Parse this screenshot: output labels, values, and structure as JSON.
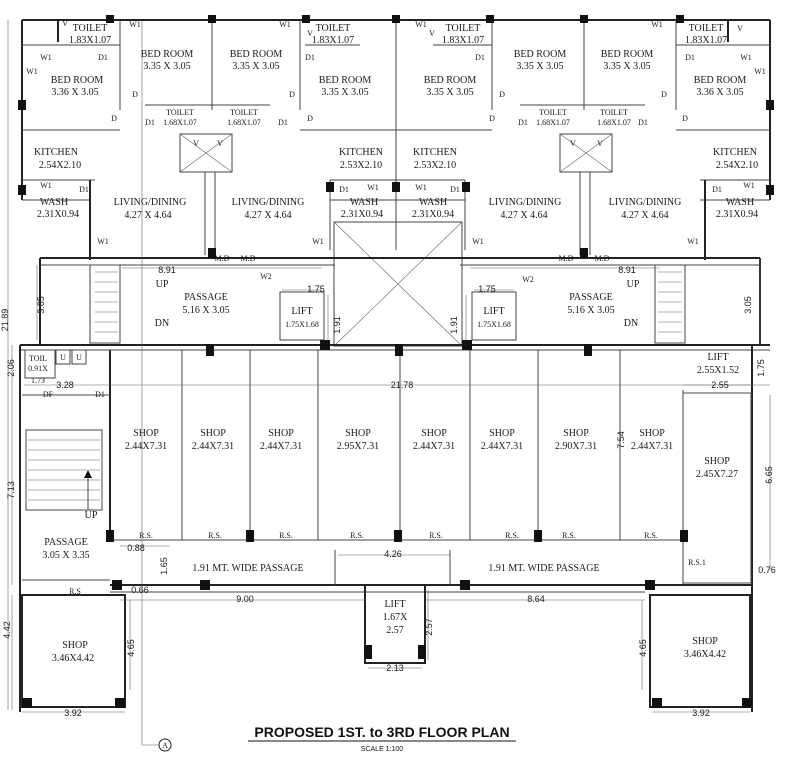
{
  "title": "PROPOSED 1ST. to 3RD FLOOR PLAN",
  "scale": "SCALE 1:100",
  "grid_marker": "A",
  "rooms": {
    "toilet_1": {
      "name": "TOILET",
      "size": "1.83X1.07"
    },
    "toilet_2": {
      "name": "TOILET",
      "size": "1.83X1.07"
    },
    "toilet_3": {
      "name": "TOILET",
      "size": "1.83X1.07"
    },
    "toilet_4": {
      "name": "TOILET",
      "size": "1.83X1.07"
    },
    "bed_1": {
      "name": "BED ROOM",
      "size": "3.36 X 3.05"
    },
    "bed_2": {
      "name": "BED ROOM",
      "size": "3.35 X 3.05"
    },
    "bed_3": {
      "name": "BED ROOM",
      "size": "3.35 X 3.05"
    },
    "bed_4": {
      "name": "BED ROOM",
      "size": "3.35 X 3.05"
    },
    "bed_5": {
      "name": "BED ROOM",
      "size": "3.35 X 3.05"
    },
    "bed_6": {
      "name": "BED ROOM",
      "size": "3.35 X 3.05"
    },
    "bed_7": {
      "name": "BED ROOM",
      "size": "3.35 X 3.05"
    },
    "bed_8": {
      "name": "BED ROOM",
      "size": "3.36 X 3.05"
    },
    "stoilet_1": {
      "name": "TOILET",
      "size": "1.68X1.07"
    },
    "stoilet_2": {
      "name": "TOILET",
      "size": "1.68X1.07"
    },
    "stoilet_3": {
      "name": "TOILET",
      "size": "1.68X1.07"
    },
    "stoilet_4": {
      "name": "TOILET",
      "size": "1.68X1.07"
    },
    "kitchen_1": {
      "name": "KITCHEN",
      "size": "2.54X2.10"
    },
    "kitchen_2": {
      "name": "KITCHEN",
      "size": "2.53X2.10"
    },
    "kitchen_3": {
      "name": "KITCHEN",
      "size": "2.53X2.10"
    },
    "kitchen_4": {
      "name": "KITCHEN",
      "size": "2.54X2.10"
    },
    "wash_1": {
      "name": "WASH",
      "size": "2.31X0.94"
    },
    "wash_2": {
      "name": "WASH",
      "size": "2.31X0.94"
    },
    "wash_3": {
      "name": "WASH",
      "size": "2.31X0.94"
    },
    "wash_4": {
      "name": "WASH",
      "size": "2.31X0.94"
    },
    "living_1": {
      "name": "LIVING/DINING",
      "size": "4.27 X 4.64"
    },
    "living_2": {
      "name": "LIVING/DINING",
      "size": "4.27 X 4.64"
    },
    "living_3": {
      "name": "LIVING/DINING",
      "size": "4.27 X 4.64"
    },
    "living_4": {
      "name": "LIVING/DINING",
      "size": "4.27 X 4.64"
    },
    "passage_l": {
      "name": "PASSAGE",
      "size": "5.16 X 3.05"
    },
    "passage_r": {
      "name": "PASSAGE",
      "size": "5.16 X 3.05"
    },
    "lift_l": {
      "name": "LIFT",
      "size": "1.75X1.68"
    },
    "lift_r": {
      "name": "LIFT",
      "size": "1.75X1.68"
    },
    "lift_top_r": {
      "name": "LIFT",
      "size": "2.55X1.52"
    },
    "toilet_small": {
      "name": "TOIL",
      "size": "0.91X",
      "extra": "1.73"
    },
    "shop_1": {
      "name": "SHOP",
      "size": "2.44X7.31"
    },
    "shop_2": {
      "name": "SHOP",
      "size": "2.44X7.31"
    },
    "shop_3": {
      "name": "SHOP",
      "size": "2.44X7.31"
    },
    "shop_4": {
      "name": "SHOP",
      "size": "2.95X7.31"
    },
    "shop_5": {
      "name": "SHOP",
      "size": "2.44X7.31"
    },
    "shop_6": {
      "name": "SHOP",
      "size": "2.44X7.31"
    },
    "shop_7": {
      "name": "SHOP",
      "size": "2.90X7.31"
    },
    "shop_8": {
      "name": "SHOP",
      "size": "2.44X7.31"
    },
    "shop_9": {
      "name": "SHOP",
      "size": "2.45X7.27"
    },
    "passage_low": {
      "name": "PASSAGE",
      "size": "3.05 X 3.35"
    },
    "wide_passage_l": {
      "name": "1.91 MT. WIDE PASSAGE"
    },
    "wide_passage_r": {
      "name": "1.91 MT. WIDE PASSAGE"
    },
    "lift_low": {
      "name": "LIFT",
      "size1": "1.67X",
      "size2": "2.57"
    },
    "shop_low_l": {
      "name": "SHOP",
      "size": "3.46X4.42"
    },
    "shop_low_r": {
      "name": "SHOP",
      "size": "3.46X4.42"
    }
  },
  "labels": {
    "w1": "W1",
    "w2": "W2",
    "d": "D",
    "d1": "D1",
    "v": "V",
    "md": "M.D",
    "up": "UP",
    "dn": "DN",
    "u": "U",
    "rs": "R.S.",
    "rs_plain": "R.S",
    "rs1": "R.S.1",
    "df": "DF"
  },
  "dims": {
    "total_height": "21.89",
    "d305": "3.05",
    "d206": "2.06",
    "d713": "7.13",
    "d442": "4.42",
    "d891": "8.91",
    "d175": "1.75",
    "d191": "1.91",
    "d2178": "21.78",
    "d328": "3.28",
    "d255": "2.55",
    "d665": "6.65",
    "d754": "7.54",
    "d088": "0.88",
    "d165": "1.65",
    "d426": "4.26",
    "d076": "0.76",
    "d066": "0.66",
    "d900": "9.00",
    "d864": "8.64",
    "d465": "4.65",
    "d257": "2.57",
    "d213": "2.13",
    "d392": "3.92"
  }
}
